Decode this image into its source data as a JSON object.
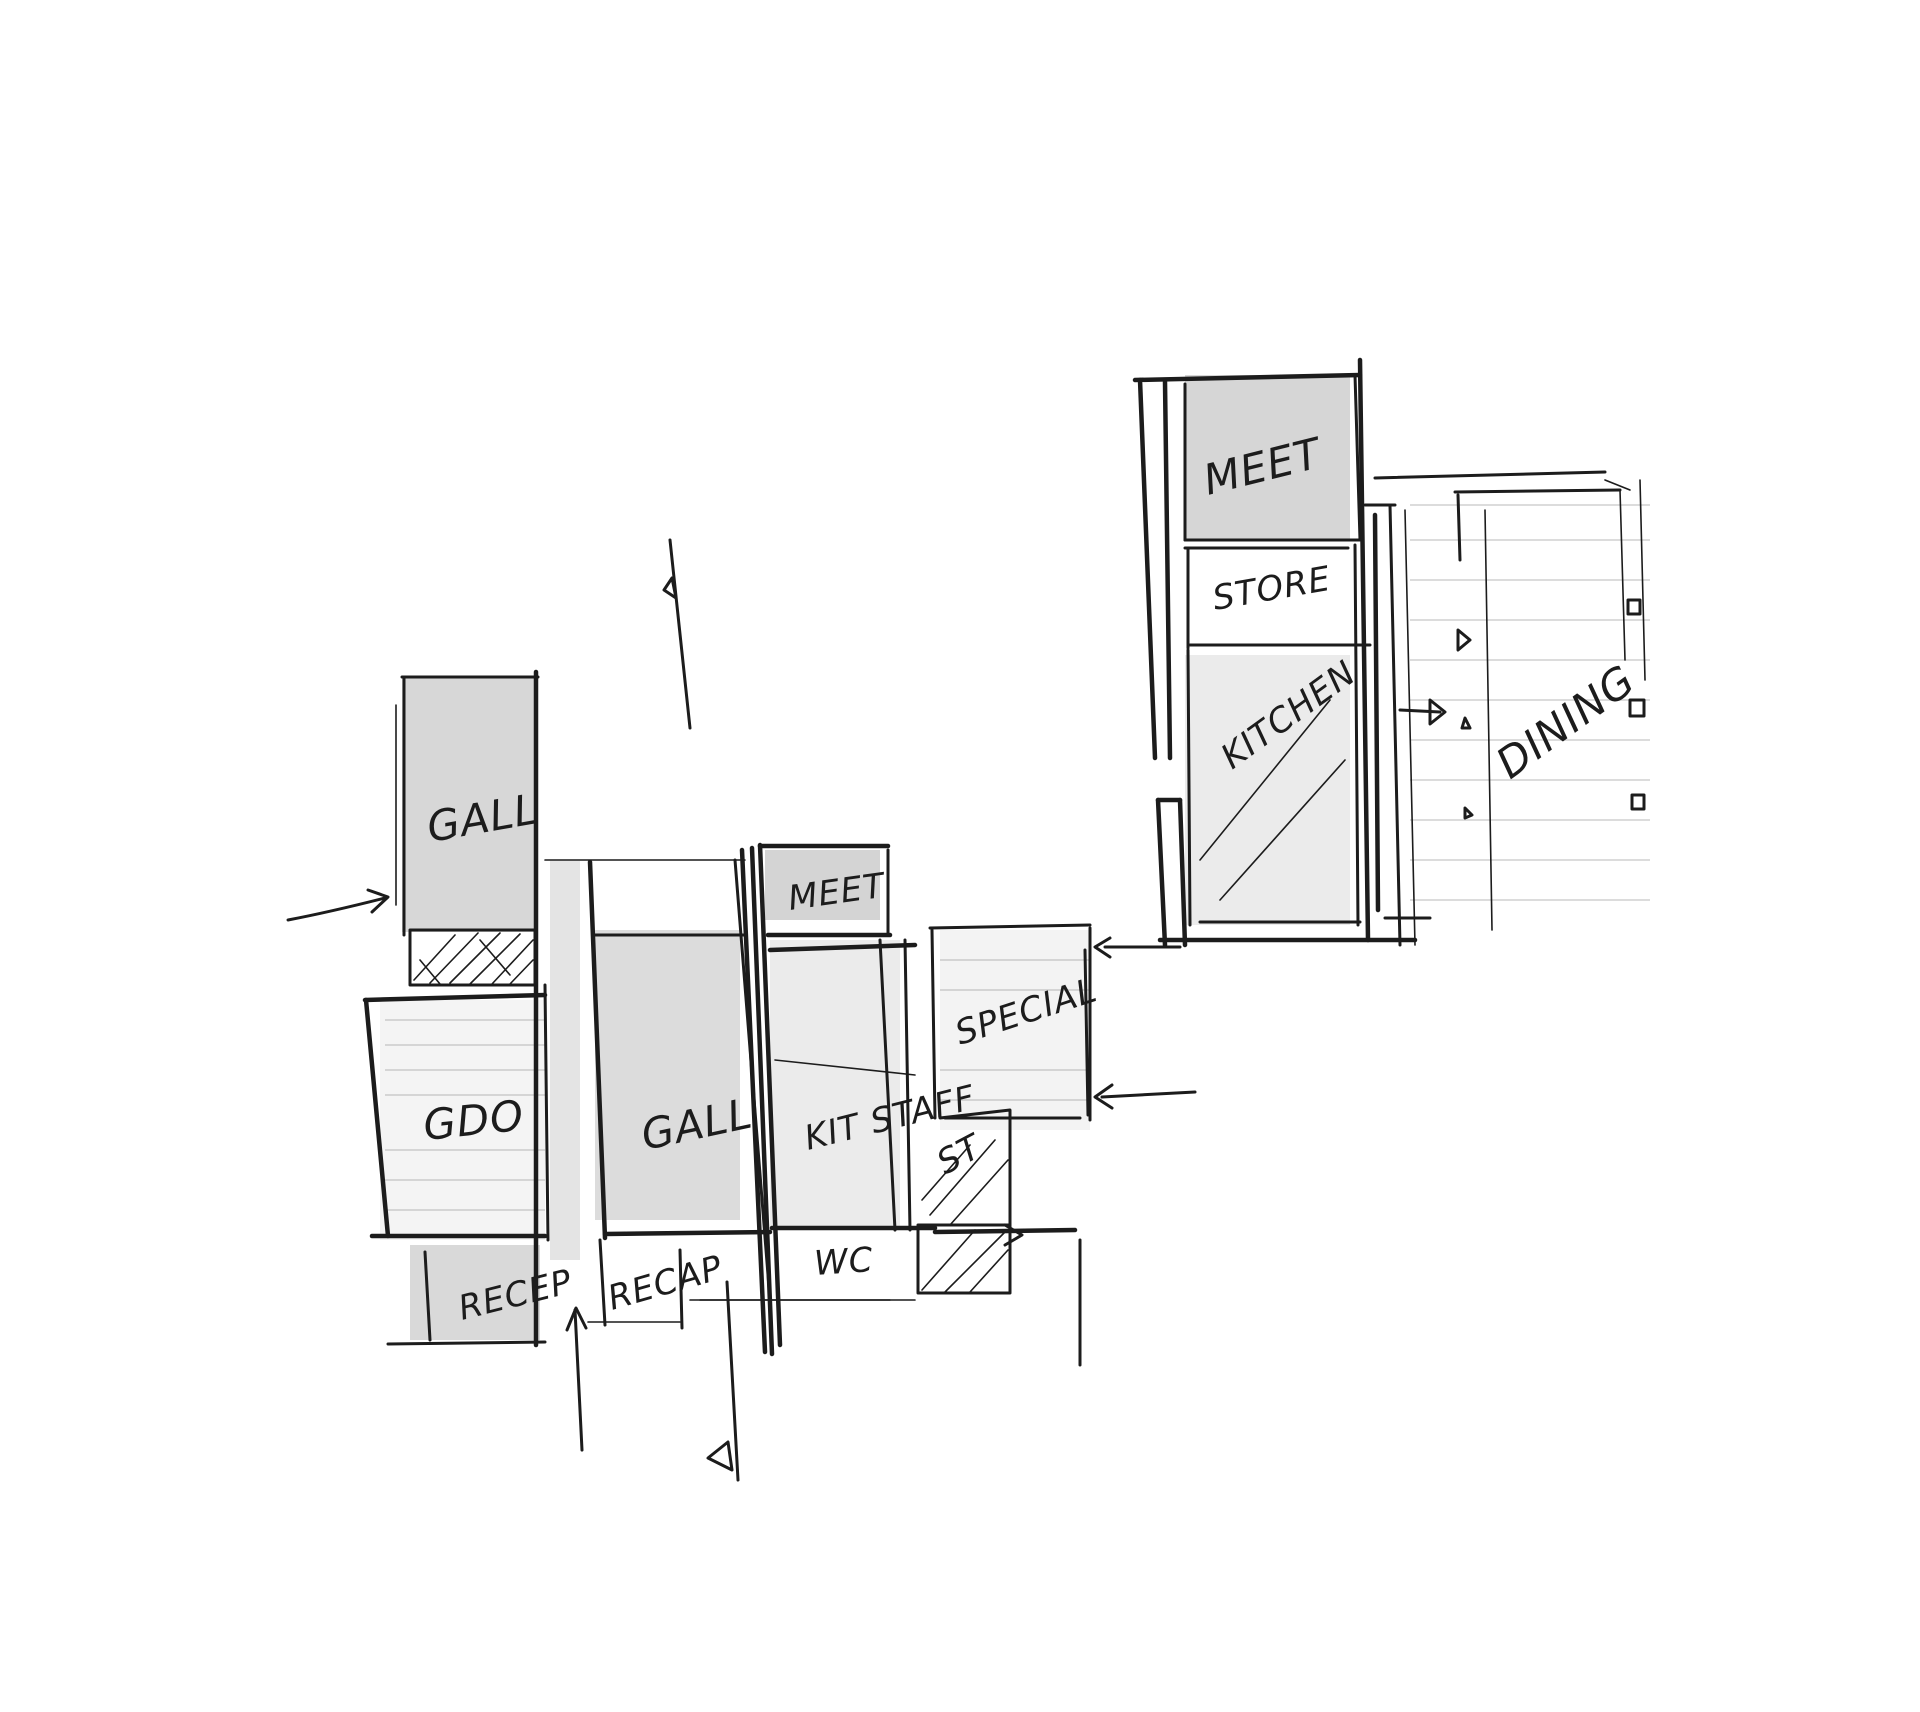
{
  "diagram": {
    "colors": {
      "ink": "#1c1c1c",
      "paper": "#ffffff",
      "wash": "#d4d4d4"
    },
    "rooms": [
      {
        "id": "gall-top",
        "label": "GALL"
      },
      {
        "id": "gdo",
        "label": "GDO"
      },
      {
        "id": "recep-left",
        "label": "RECEP"
      },
      {
        "id": "gall-mid",
        "label": "GALL"
      },
      {
        "id": "recep-mid",
        "label": "RECAP"
      },
      {
        "id": "meet-mid",
        "label": "MEET"
      },
      {
        "id": "kit-staff",
        "label": "KIT STAFF"
      },
      {
        "id": "wc",
        "label": "WC"
      },
      {
        "id": "special",
        "label": "SPECIAL"
      },
      {
        "id": "st",
        "label": "ST"
      },
      {
        "id": "meet-right",
        "label": "MEET"
      },
      {
        "id": "store",
        "label": "STORE"
      },
      {
        "id": "kitchen",
        "label": "KITCHEN"
      },
      {
        "id": "dining",
        "label": "DINING"
      }
    ]
  }
}
